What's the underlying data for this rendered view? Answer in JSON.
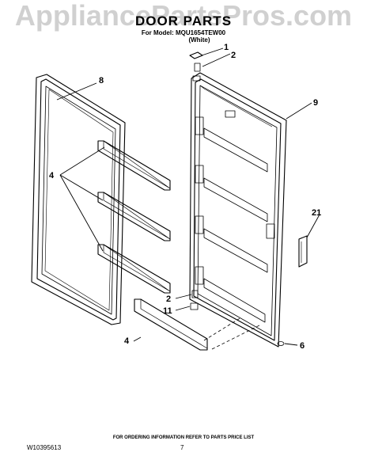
{
  "watermark": "AppliancePartsPros.com",
  "header": {
    "title": "DOOR PARTS",
    "model_line": "For Model: MQU1654TEW00",
    "color_line": "(White)"
  },
  "callouts": [
    "1",
    "2",
    "8",
    "9",
    "4",
    "21",
    "2",
    "11",
    "4",
    "6"
  ],
  "footer": {
    "ordering_note": "FOR ORDERING INFORMATION REFER TO PARTS PRICE LIST",
    "doc_number": "W10395613",
    "page_number": "7"
  }
}
